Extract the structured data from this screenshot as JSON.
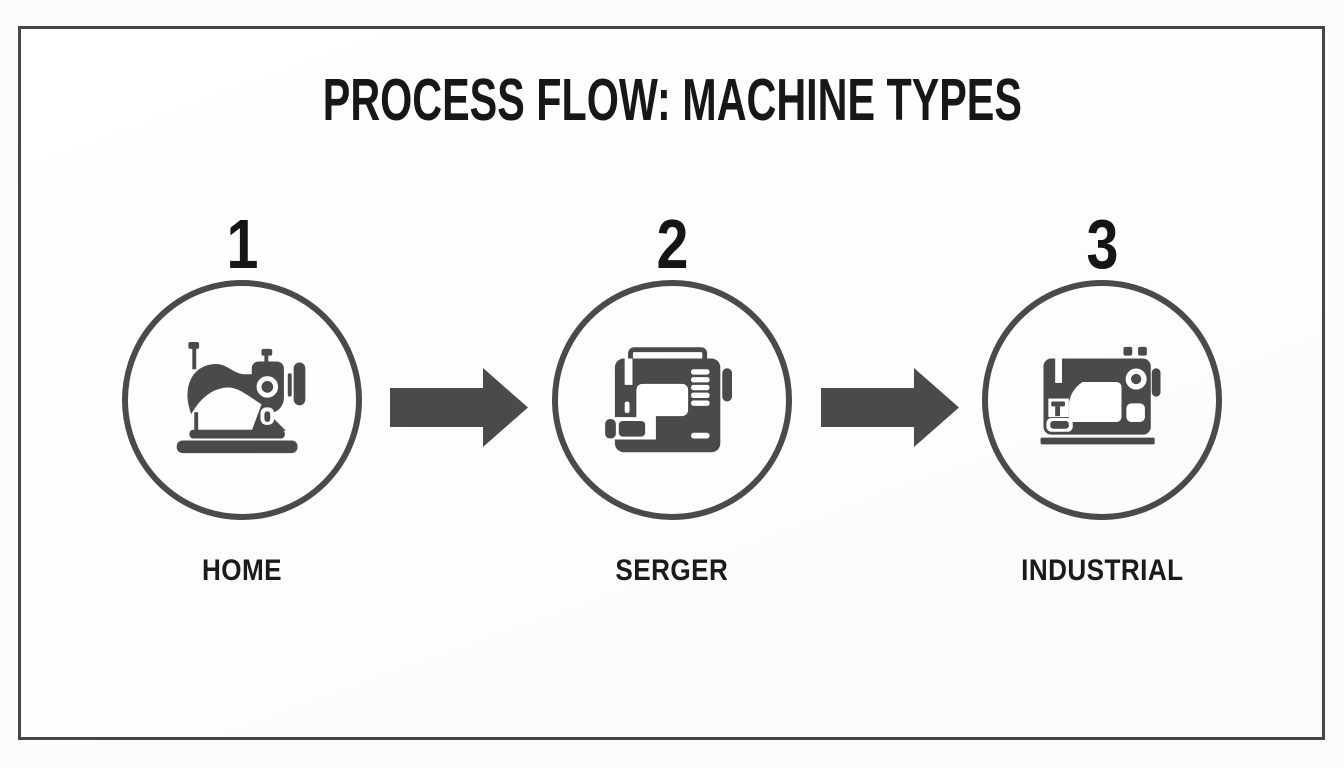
{
  "page": {
    "background": "#fcfcfd",
    "frame_border_color": "#474645"
  },
  "header": {
    "title": "PROCESS FLOW: MACHINE TYPES"
  },
  "flow": {
    "steps": [
      {
        "number": "1",
        "label": "HOME",
        "icon": "home-sewing-machine-icon"
      },
      {
        "number": "2",
        "label": "SERGER",
        "icon": "serger-machine-icon"
      },
      {
        "number": "3",
        "label": "INDUSTRIAL",
        "icon": "industrial-sewing-machine-icon"
      }
    ],
    "connector": {
      "icon": "right-arrow-icon",
      "count": 2
    },
    "colors": {
      "graphic_gray": "#4b4a48",
      "text_black": "#1b1b19",
      "circle_stroke": "#4b4a48"
    }
  }
}
